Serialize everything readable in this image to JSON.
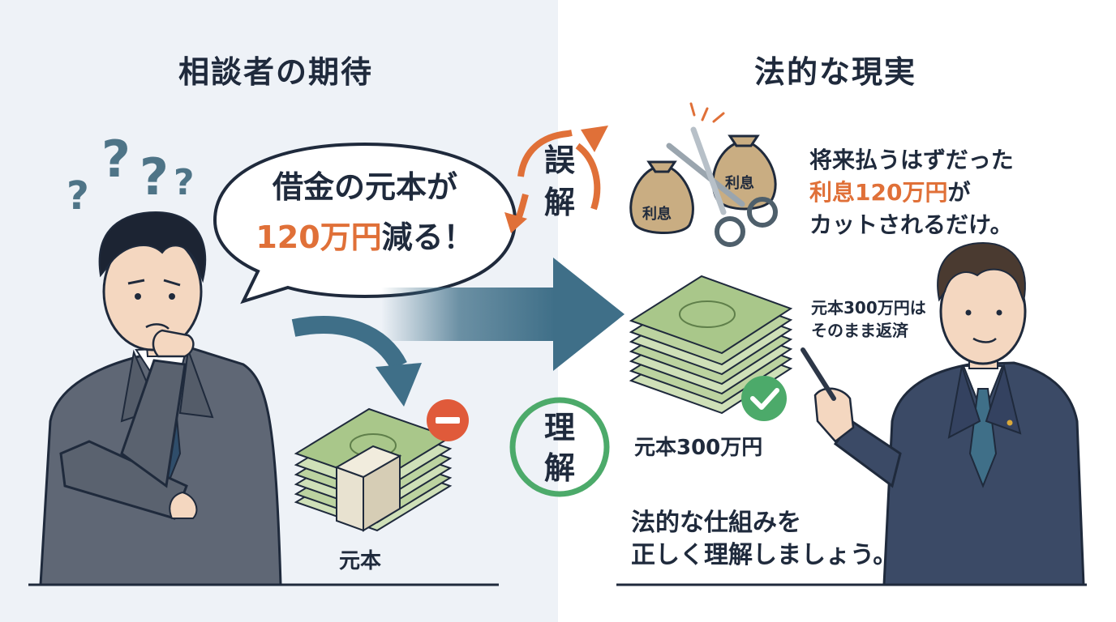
{
  "left": {
    "title": "相談者の期待",
    "question_marks": [
      "?",
      "?",
      "?",
      "?"
    ],
    "bubble": {
      "line1": "借金の元本が",
      "line2_accent": "120万円",
      "line2_rest": "減る！"
    },
    "cash_label": "元本"
  },
  "middle": {
    "misunderstanding": {
      "char1": "誤",
      "char2": "解"
    },
    "understanding": {
      "char1": "理",
      "char2": "解"
    }
  },
  "right": {
    "title": "法的な現実",
    "bag_label": "利息",
    "interest_text": {
      "line1": "将来払うはずだった",
      "line2_accent": "利息120万円",
      "line2_rest": "が",
      "line3": "カットされるだけ。"
    },
    "principal_note": {
      "line1": "元本300万円は",
      "line2": "そのまま返済"
    },
    "cash_label": "元本300万円",
    "conclusion": {
      "line1": "法的な仕組みを",
      "line2": "正しく理解しましょう。"
    }
  },
  "colors": {
    "accent_orange": "#e07038",
    "check_green": "#4caa6a",
    "minus_red": "#e05a3a",
    "arrow_blue": "#3f6f88",
    "navy_text": "#1f2a3c"
  }
}
